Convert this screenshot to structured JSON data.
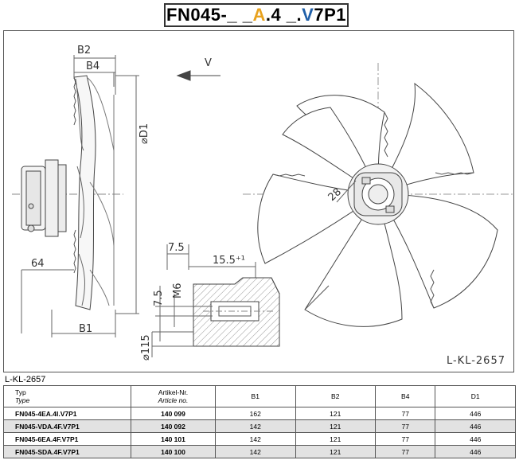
{
  "title": {
    "part1": "FN045-_ _",
    "accent_a": "A",
    "part2": ".4 _.",
    "accent_v": "V",
    "part3": "7P1"
  },
  "drawing": {
    "code": "L-KL-2657",
    "dimensions": {
      "b2": "B2",
      "b4": "B4",
      "b1": "B1",
      "d1": "⌀D1",
      "d64": "64",
      "view": "V",
      "angle": "28",
      "d75_top": "7.5",
      "d155": "15.5⁺¹",
      "m6": "M6",
      "d75_side": "7.5",
      "d115": "⌀115"
    }
  },
  "table": {
    "caption": "L-KL-2657",
    "headers": {
      "type_de": "Typ",
      "type_en": "Type",
      "art_de": "Artikel-Nr.",
      "art_en": "Article no.",
      "b1": "B1",
      "b2": "B2",
      "b4": "B4",
      "d1": "D1"
    },
    "rows": [
      {
        "type": "FN045-4EA.4I.V7P1",
        "article": "140 099",
        "b1": "162",
        "b2": "121",
        "b4": "77",
        "d1": "446"
      },
      {
        "type": "FN045-VDA.4F.V7P1",
        "article": "140 092",
        "b1": "142",
        "b2": "121",
        "b4": "77",
        "d1": "446"
      },
      {
        "type": "FN045-6EA.4F.V7P1",
        "article": "140 101",
        "b1": "142",
        "b2": "121",
        "b4": "77",
        "d1": "446"
      },
      {
        "type": "FN045-SDA.4F.V7P1",
        "article": "140 100",
        "b1": "142",
        "b2": "121",
        "b4": "77",
        "d1": "446"
      }
    ]
  },
  "colors": {
    "accent_a": "#E8A21E",
    "accent_v": "#1F5FA8",
    "alt_row": "#e2e2e2"
  }
}
